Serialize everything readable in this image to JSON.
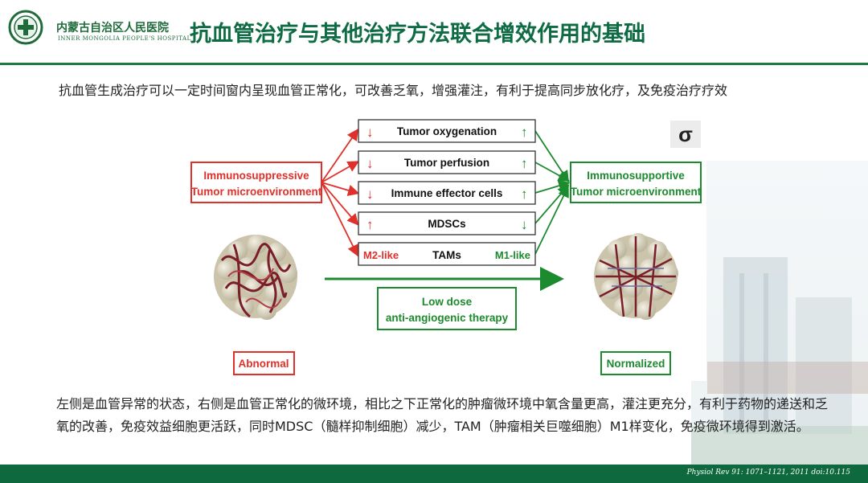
{
  "header": {
    "hospital_name_cn": "内蒙古自治区人民医院",
    "hospital_name_en": "INNER MONGOLIA PEOPLE'S HOSPITAL",
    "title": "抗血管治疗与其他治疗方法联合增效作用的基础"
  },
  "intro_text": "抗血管生成治疗可以一定时间窗内呈现血管正常化，可改善乏氧，增强灌注，有利于提高同步放化疗，及免疫治疗疗效",
  "diagram": {
    "left_state": [
      "Immunosuppressive",
      "Tumor microenvironment"
    ],
    "right_state": [
      "Immunosupportive",
      "Tumor microenvironment"
    ],
    "factors": [
      {
        "label": "Tumor oxygenation",
        "left": "↓",
        "right": "↑"
      },
      {
        "label": "Tumor perfusion",
        "left": "↓",
        "right": "↑"
      },
      {
        "label": "Immune effector cells",
        "left": "↓",
        "right": "↑"
      },
      {
        "label": "MDSCs",
        "left": "↑",
        "right": "↓"
      }
    ],
    "tams": {
      "left": "M2-like",
      "center": "TAMs",
      "right": "M1-like"
    },
    "therapy": [
      "Low dose",
      "anti-angiogenic therapy"
    ],
    "abnormal_label": "Abnormal",
    "normalized_label": "Normalized",
    "corner_mark": "σ",
    "colors": {
      "red": "#e0302a",
      "green": "#1c8a2e"
    }
  },
  "body_text": "左侧是血管异常的状态，右侧是血管正常化的微环境，相比之下正常化的肿瘤微环境中氧含量更高，灌注更充分，有利于药物的递送和乏氧的改善，免疫效益细胞更活跃，同时MDSC（髓样抑制细胞）减少，TAM（肿瘤相关巨噬细胞）M1样变化，免疫微环境得到激活。",
  "footer": {
    "citation": "Physiol  Rev 91: 1071–1121, 2011 doi:10.115"
  }
}
